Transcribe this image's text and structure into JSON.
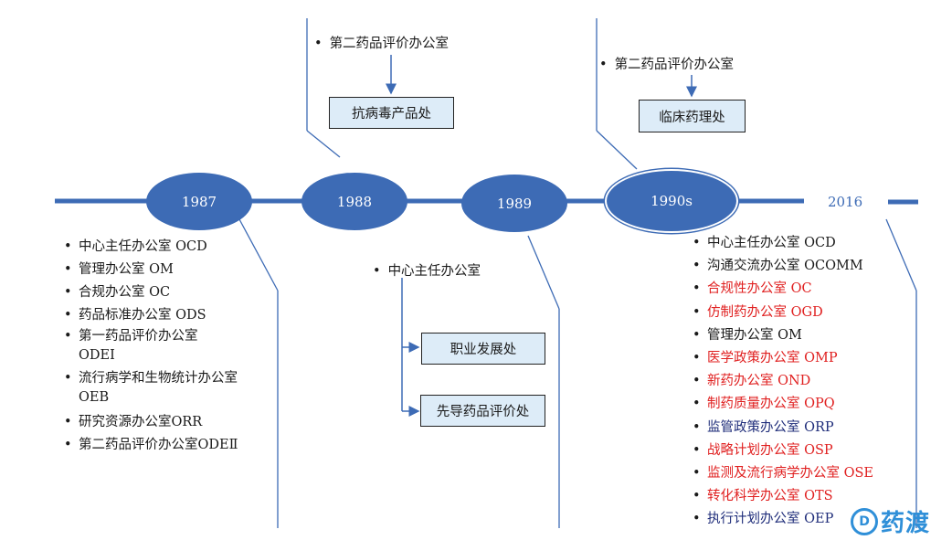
{
  "timeline": {
    "years": [
      "1987",
      "1988",
      "1989",
      "1990s",
      "2016"
    ]
  },
  "annotations": {
    "top_1988": {
      "source": "第二药品评价办公室",
      "box": "抗病毒产品处"
    },
    "top_1990s": {
      "source": "第二药品评价办公室",
      "box": "临床药理处"
    },
    "bottom_1989": {
      "source": "中心主任办公室",
      "boxes": [
        "职业发展处",
        "先导药品评价处"
      ]
    }
  },
  "list_1987": [
    "中心主任办公室 OCD",
    "管理办公室 OM",
    "合规办公室 OC",
    "药品标准办公室 ODS",
    "第一药品评价办公室 ODEⅠ",
    "流行病学和生物统计办公室 OEB",
    "研究资源办公室ORR",
    "第二药品评价办公室ODEⅡ"
  ],
  "list_2016": [
    {
      "text": "中心主任办公室 OCD",
      "color": "#1a1a1a"
    },
    {
      "text": "沟通交流办公室 OCOMM",
      "color": "#1a1a1a"
    },
    {
      "text": "合规性办公室 OC",
      "color": "#e02020"
    },
    {
      "text": "仿制药办公室 OGD",
      "color": "#e02020"
    },
    {
      "text": "管理办公室 OM",
      "color": "#1a1a1a"
    },
    {
      "text": "医学政策办公室 OMP",
      "color": "#e02020"
    },
    {
      "text": "新药办公室 OND",
      "color": "#e02020"
    },
    {
      "text": "制药质量办公室 OPQ",
      "color": "#e02020"
    },
    {
      "text": "监管政策办公室 ORP",
      "color": "#1f2d7a"
    },
    {
      "text": "战略计划办公室 OSP",
      "color": "#e02020"
    },
    {
      "text": "监测及流行病学办公室 OSE",
      "color": "#e02020"
    },
    {
      "text": "转化科学办公室 OTS",
      "color": "#e02020"
    },
    {
      "text": "执行计划办公室 OEP",
      "color": "#1f2d7a"
    }
  ],
  "colors": {
    "timeline": "#3d6bb5",
    "box_fill": "#ddecf8",
    "highlight_red": "#e02020",
    "navy": "#1f2d7a"
  },
  "logo": {
    "mark": "D",
    "text": "药渡"
  }
}
